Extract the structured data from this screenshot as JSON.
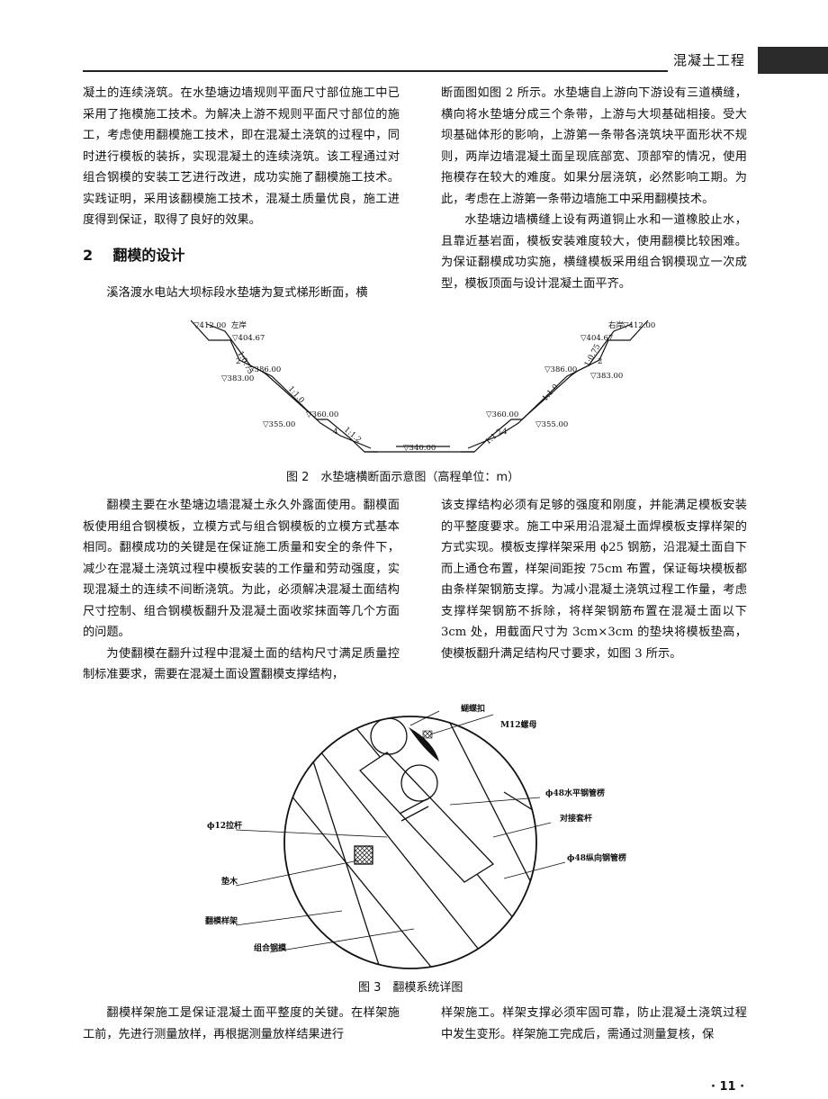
{
  "header": {
    "title": "混凝土工程"
  },
  "left_col_1": {
    "p1": "凝土的连续浇筑。在水垫塘边墙规则平面尺寸部位施工中已采用了拖模施工技术。为解决上游不规则平面尺寸部位的施工，考虑使用翻模施工技术，即在混凝土浇筑的过程中，同时进行模板的装拆，实现混凝土的连续浇筑。该工程通过对组合钢模的安装工艺进行改进，成功实施了翻模施工技术。实践证明，采用该翻模施工技术，混凝土质量优良，施工进度得到保证，取得了良好的效果。"
  },
  "section": {
    "number": "2",
    "title": "翻模的设计"
  },
  "left_col_2": {
    "p1": "溪洛渡水电站大坝标段水垫塘为复式梯形断面，横"
  },
  "right_col_1": {
    "p1": "断面图如图 2 所示。水垫塘自上游向下游设有三道横缝，横向将水垫塘分成三个条带，上游与大坝基础相接。受大坝基础体形的影响，上游第一条带各浇筑块平面形状不规则，两岸边墙混凝土面呈现底部宽、顶部窄的情况，使用拖模存在较大的难度。如果分层浇筑，必然影响工期。为此，考虑在上游第一条带边墙施工中采用翻模技术。",
    "p2": "水垫塘边墙横缝上设有两道铜止水和一道橡胶止水，且靠近基岩面，模板安装难度较大，使用翻模比较困难。为保证翻模成功实施，横缝模板采用组合钢模现立一次成型，模板顶面与设计混凝土面平齐。"
  },
  "fig2": {
    "caption": "图 2　水垫塘横断面示意图（高程单位：m）",
    "labels": {
      "e412_l": "▽412.00",
      "bank_l": "左岸",
      "e404_l": "▽404.67",
      "e386_l": "▽386.00",
      "e383_l": "▽383.00",
      "e360_l": "▽360.00",
      "e355_l": "▽355.00",
      "e340": "▽340.00",
      "bank_r": "右岸",
      "e412_r": "▽412.00",
      "e404_r": "▽404.67",
      "e386_r": "▽386.00",
      "e383_r": "▽383.00",
      "e360_r": "▽360.00",
      "e355_r": "▽355.00",
      "s075": "1:0.75",
      "s11": "1:1.0",
      "s12": "1:1.2",
      "s2": "2",
      "s4": "4"
    }
  },
  "left_col_3": {
    "p1": "翻模主要在水垫塘边墙混凝土永久外露面使用。翻模面板使用组合钢模板，立模方式与组合钢模板的立模方式基本相同。翻模成功的关键是在保证施工质量和安全的条件下，减少在混凝土浇筑过程中模板安装的工作量和劳动强度，实现混凝土的连续不间断浇筑。为此，必须解决混凝土面结构尺寸控制、组合钢模板翻升及混凝土面收浆抹面等几个方面的问题。",
    "p2": "为使翻模在翻升过程中混凝土面的结构尺寸满足质量控制标准要求，需要在混凝土面设置翻模支撑结构，"
  },
  "right_col_2": {
    "p1": "该支撑结构必须有足够的强度和刚度，并能满足模板安装的平整度要求。施工中采用沿混凝土面焊模板支撑样架的方式实现。模板支撑样架采用 ϕ25 钢筋，沿混凝土面自下而上通仓布置，样架间距按 75cm 布置，保证每块模板都由条样架钢筋支撑。为减小混凝土浇筑过程工作量，考虑支撑样架钢筋不拆除，将样架钢筋布置在混凝土面以下 3cm 处，用截面尺寸为 3cm×3cm 的垫块将模板垫高，使模板翻升满足结构尺寸要求，如图 3 所示。"
  },
  "fig3": {
    "caption": "图 3　翻模系统详图",
    "labels": {
      "butterfly": "蝴蝶扣",
      "m12": "M12螺母",
      "pipe_h": "ϕ48水平钢管楞",
      "socket": "对接套杆",
      "rod": "ϕ12拉杆",
      "pipe_v": "ϕ48纵向钢管楞",
      "pad": "垫木",
      "frame": "翻模样架",
      "formwork": "组合钢模"
    }
  },
  "left_col_4": {
    "p1": "翻模样架施工是保证混凝土面平整度的关键。在样架施工前，先进行测量放样，再根据测量放样结果进行"
  },
  "right_col_3": {
    "p1": "样架施工。样架支撑必须牢固可靠，防止混凝土浇筑过程中发生变形。样架施工完成后，需通过测量复核，保"
  },
  "footer": {
    "page": "· 11 ·"
  }
}
